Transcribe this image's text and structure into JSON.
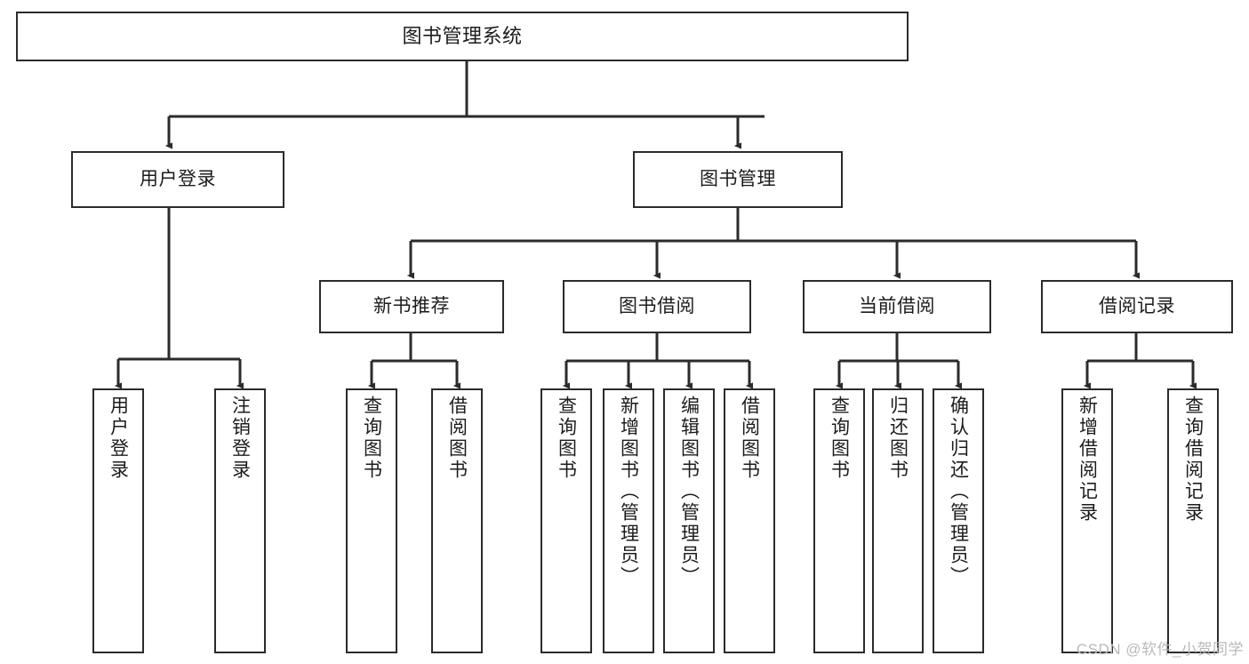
{
  "diagram": {
    "title": "图书管理系统",
    "type": "tree-hierarchy",
    "watermark": "CSDN @软件_小贺同学",
    "colors": {
      "box_border": "#2b2b2b",
      "box_fill": "#ffffff",
      "edge": "#2b2b2b",
      "text": "#1c1c1c",
      "watermark": "#b9b9b9"
    },
    "nodes": {
      "root": {
        "label": "图书管理系统"
      },
      "level2": [
        {
          "label": "用户登录"
        },
        {
          "label": "图书管理"
        }
      ],
      "level3": [
        {
          "label": "新书推荐"
        },
        {
          "label": "图书借阅"
        },
        {
          "label": "当前借阅"
        },
        {
          "label": "借阅记录"
        }
      ],
      "leaves": {
        "user_login": [
          {
            "label": "用户登录"
          },
          {
            "label": "注销登录"
          }
        ],
        "new_book_rec": [
          {
            "label": "查询图书"
          },
          {
            "label": "借阅图书"
          }
        ],
        "book_borrow": [
          {
            "label": "查询图书"
          },
          {
            "label": "新增图书（管理员）"
          },
          {
            "label": "编辑图书（管理员）"
          },
          {
            "label": "借阅图书"
          }
        ],
        "current_borrow": [
          {
            "label": "查询图书"
          },
          {
            "label": "归还图书"
          },
          {
            "label": "确认归还（管理员）"
          }
        ],
        "borrow_record": [
          {
            "label": "新增借阅记录"
          },
          {
            "label": "查询借阅记录"
          }
        ]
      }
    }
  }
}
